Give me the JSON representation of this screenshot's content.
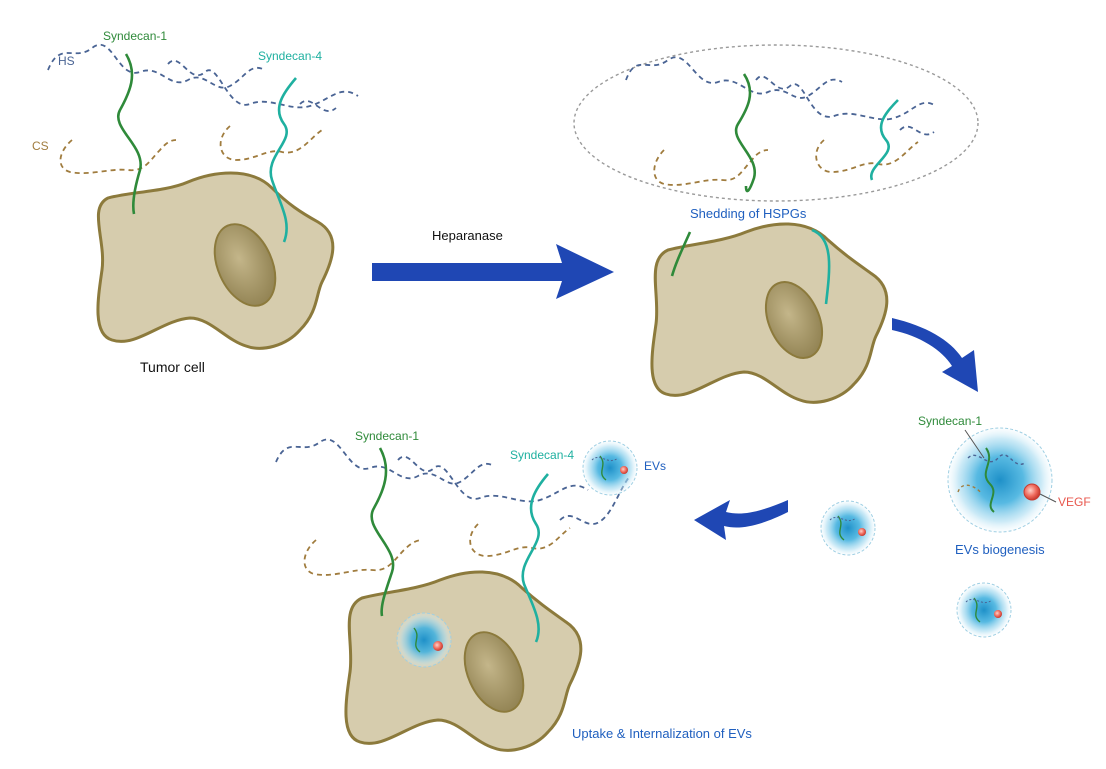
{
  "colors": {
    "cell_fill": "#d6ccad",
    "cell_stroke": "#8c7a3c",
    "nucleus_fill": "#a89a6a",
    "heparan_sulfate": "#4a6494",
    "chondroitin_sulfate": "#a07c3e",
    "syndecan_1": "#2f8a3a",
    "syndecan_4": "#1fb0a0",
    "arrow": "#1f47b4",
    "ev_core": "#2aa0d0",
    "vegf": "#e8574d",
    "blue_text": "#1f5fbf",
    "black_text": "#111111"
  },
  "labels": {
    "hs": "HS",
    "cs": "CS",
    "syndecan1_top": "Syndecan-1",
    "syndecan4_top": "Syndecan-4",
    "heparanase": "Heparanase",
    "tumor_cell": "Tumor cell",
    "shedding": "Shedding of HSPGs",
    "syndecan1_ev": "Syndecan-1",
    "vegf": "VEGF",
    "ev_biogenesis": "EVs biogenesis",
    "syndecan1_bottom": "Syndecan-1",
    "syndecan4_bottom": "Syndecan-4",
    "evs": "EVs",
    "uptake": "Uptake & Internalization of EVs"
  }
}
